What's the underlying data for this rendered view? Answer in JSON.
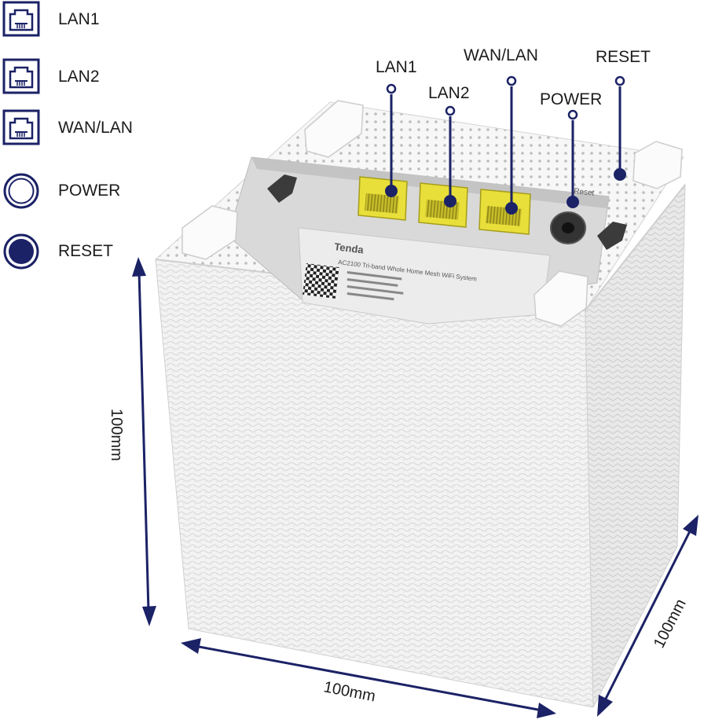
{
  "legend": [
    {
      "label": "LAN1",
      "icon": "ethernet-port-icon"
    },
    {
      "label": "LAN2",
      "icon": "ethernet-port-icon"
    },
    {
      "label": "WAN/LAN",
      "icon": "ethernet-port-icon"
    },
    {
      "label": "POWER",
      "icon": "power-ring-icon"
    },
    {
      "label": "RESET",
      "icon": "reset-dot-icon"
    }
  ],
  "callouts": {
    "lan1": "LAN1",
    "lan2": "LAN2",
    "wanlan": "WAN/LAN",
    "power": "POWER",
    "reset": "RESET"
  },
  "dimensions": {
    "height": "100mm",
    "width": "100mm",
    "depth": "100mm"
  },
  "device_label": {
    "brand": "Tenda",
    "model_line": "AC2100 Tri-band Whole Home Mesh WiFi System",
    "reset_text": "Reset"
  },
  "colors": {
    "navy": "#1b2266",
    "port_yellow": "#e8df3a",
    "device_white": "#f4f4f4",
    "recess_grey": "#d9d9d9"
  }
}
